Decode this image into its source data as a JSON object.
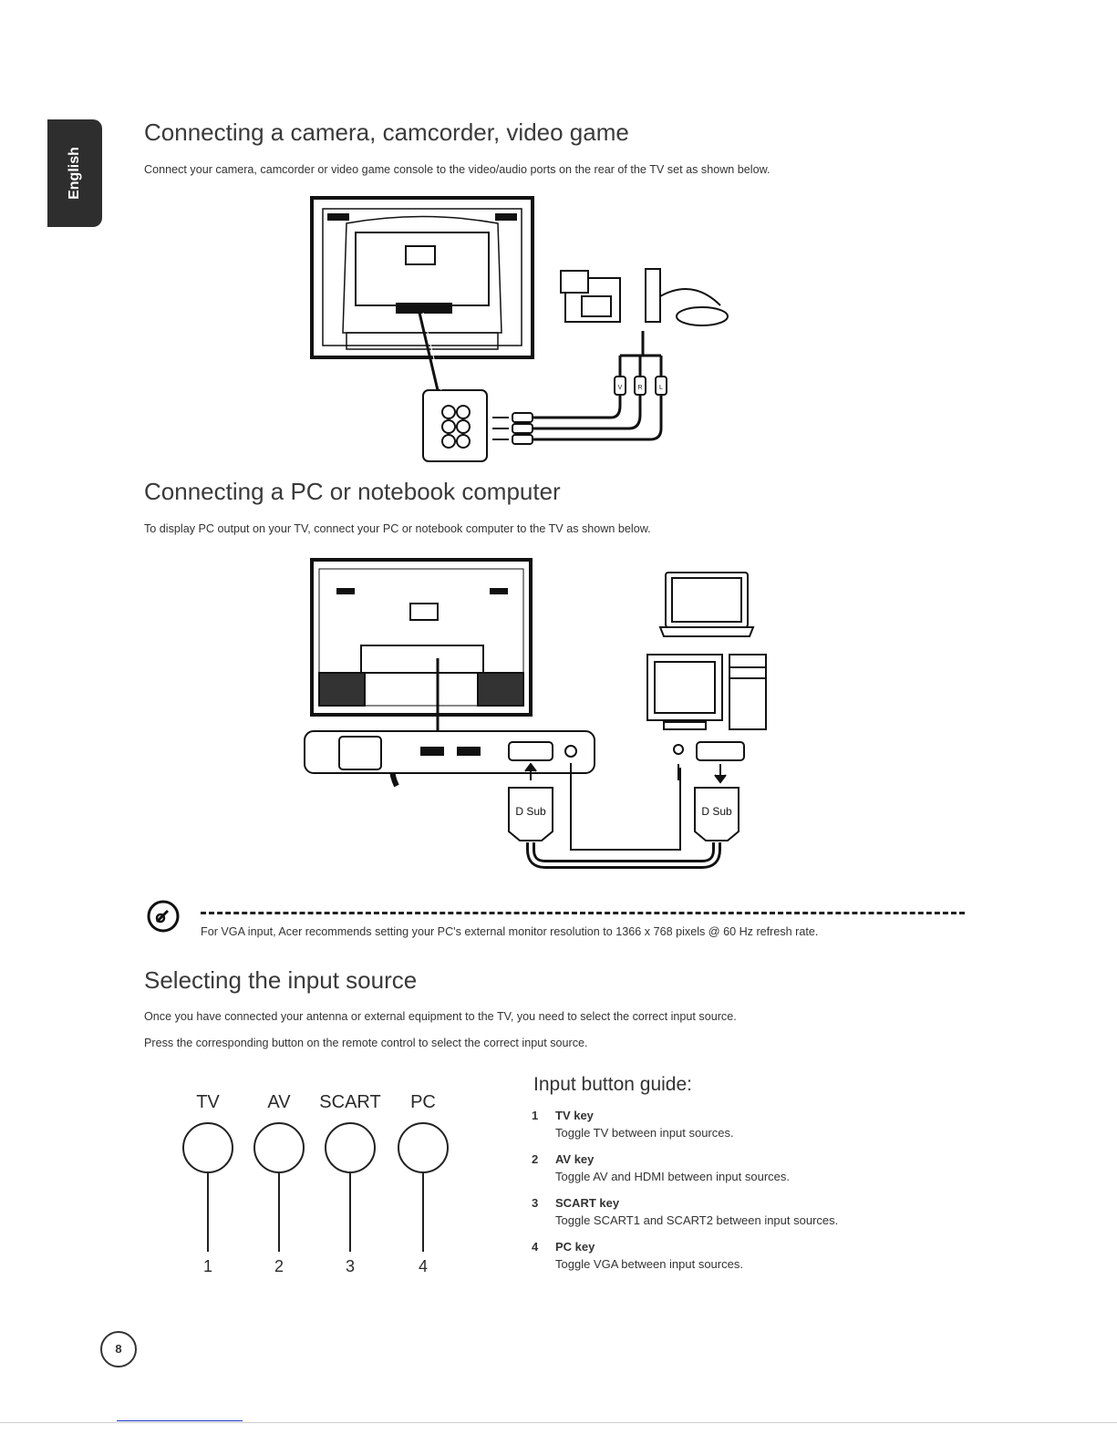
{
  "sidebar": {
    "language_tab": "English"
  },
  "section1": {
    "title": "Connecting a camera, camcorder, video game",
    "body": "Connect your camera, camcorder or video game console to the video/audio ports on the rear of the TV set as shown below.",
    "figure": {
      "cable_labels": [
        "V",
        "R",
        "L"
      ]
    }
  },
  "section2": {
    "title": "Connecting a PC or notebook computer",
    "body": "To display PC output on your TV, connect your PC or notebook computer to the TV as shown below.",
    "figure": {
      "connector_labels": [
        "D Sub",
        "D Sub"
      ]
    }
  },
  "note": {
    "text": "For VGA input, Acer recommends setting your PC's external monitor resolution to 1366 x 768 pixels @ 60 Hz refresh rate."
  },
  "section3": {
    "title": "Selecting the input source",
    "body1": "Once you have connected your antenna or external equipment to the TV, you need to select the correct input source.",
    "body2": "Press the corresponding button on the remote control to select the correct input source."
  },
  "remote_keys": [
    {
      "label": "TV",
      "number": "1"
    },
    {
      "label": "AV",
      "number": "2"
    },
    {
      "label": "SCART",
      "number": "3"
    },
    {
      "label": "PC",
      "number": "4"
    }
  ],
  "guide": {
    "title": "Input button guide:",
    "items": [
      {
        "num": "1",
        "key": "TV key",
        "desc": "Toggle TV between input sources."
      },
      {
        "num": "2",
        "key": "AV key",
        "desc": "Toggle AV and HDMI between input sources."
      },
      {
        "num": "3",
        "key": "SCART key",
        "desc": "Toggle SCART1 and SCART2 between input sources."
      },
      {
        "num": "4",
        "key": "PC key",
        "desc": "Toggle VGA between input sources."
      }
    ]
  },
  "footer": {
    "page_number": "8"
  }
}
